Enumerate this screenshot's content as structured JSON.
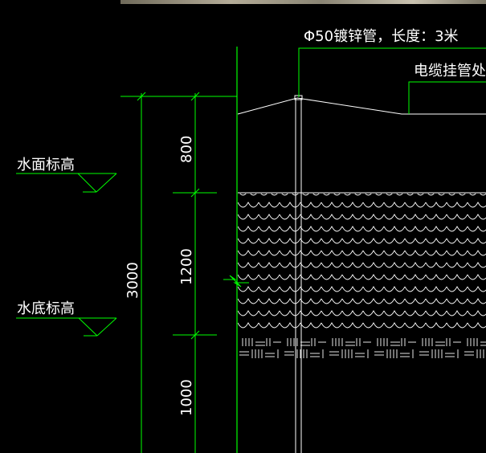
{
  "drawing": {
    "callout_pipe": "Φ50镀锌管，长度：3米",
    "callout_cable": "电缆挂管处理",
    "water_surface_label": "水面标高",
    "water_bottom_label": "水底标高",
    "dim_total": "3000",
    "dim_upper": "800",
    "dim_middle": "1200",
    "dim_lower": "1000"
  },
  "colors": {
    "background": "#000000",
    "dimension": "#00ff00",
    "structure": "#ffffff",
    "text": "#ffffff"
  }
}
